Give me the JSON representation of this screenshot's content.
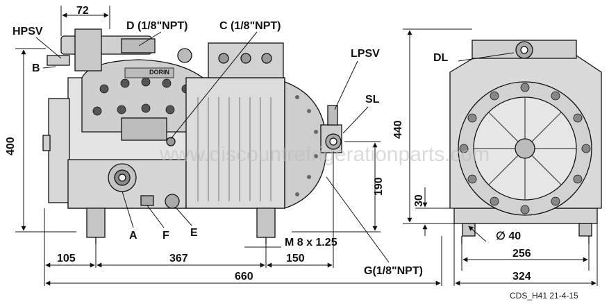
{
  "labels": {
    "hpsv": "HPSV",
    "b": "B",
    "d": "D (1/8\"NPT)",
    "c": "C (1/8\"NPT)",
    "lpsv": "LPSV",
    "sl": "SL",
    "dl": "DL",
    "a": "A",
    "f": "F",
    "e": "E",
    "g": "G(1/8\"NPT)",
    "m8": "M 8 x 1.25"
  },
  "dimensions": {
    "d72": "72",
    "d400": "400",
    "d105": "105",
    "d367": "367",
    "d150": "150",
    "d660": "660",
    "d190": "190",
    "d440": "440",
    "d30": "30",
    "d40": "∅ 40",
    "d256": "256",
    "d324": "324"
  },
  "brand": "DORIN",
  "watermark": "www.discountrefrigerationparts.com",
  "caption": "CDS_H41 21-4-15"
}
